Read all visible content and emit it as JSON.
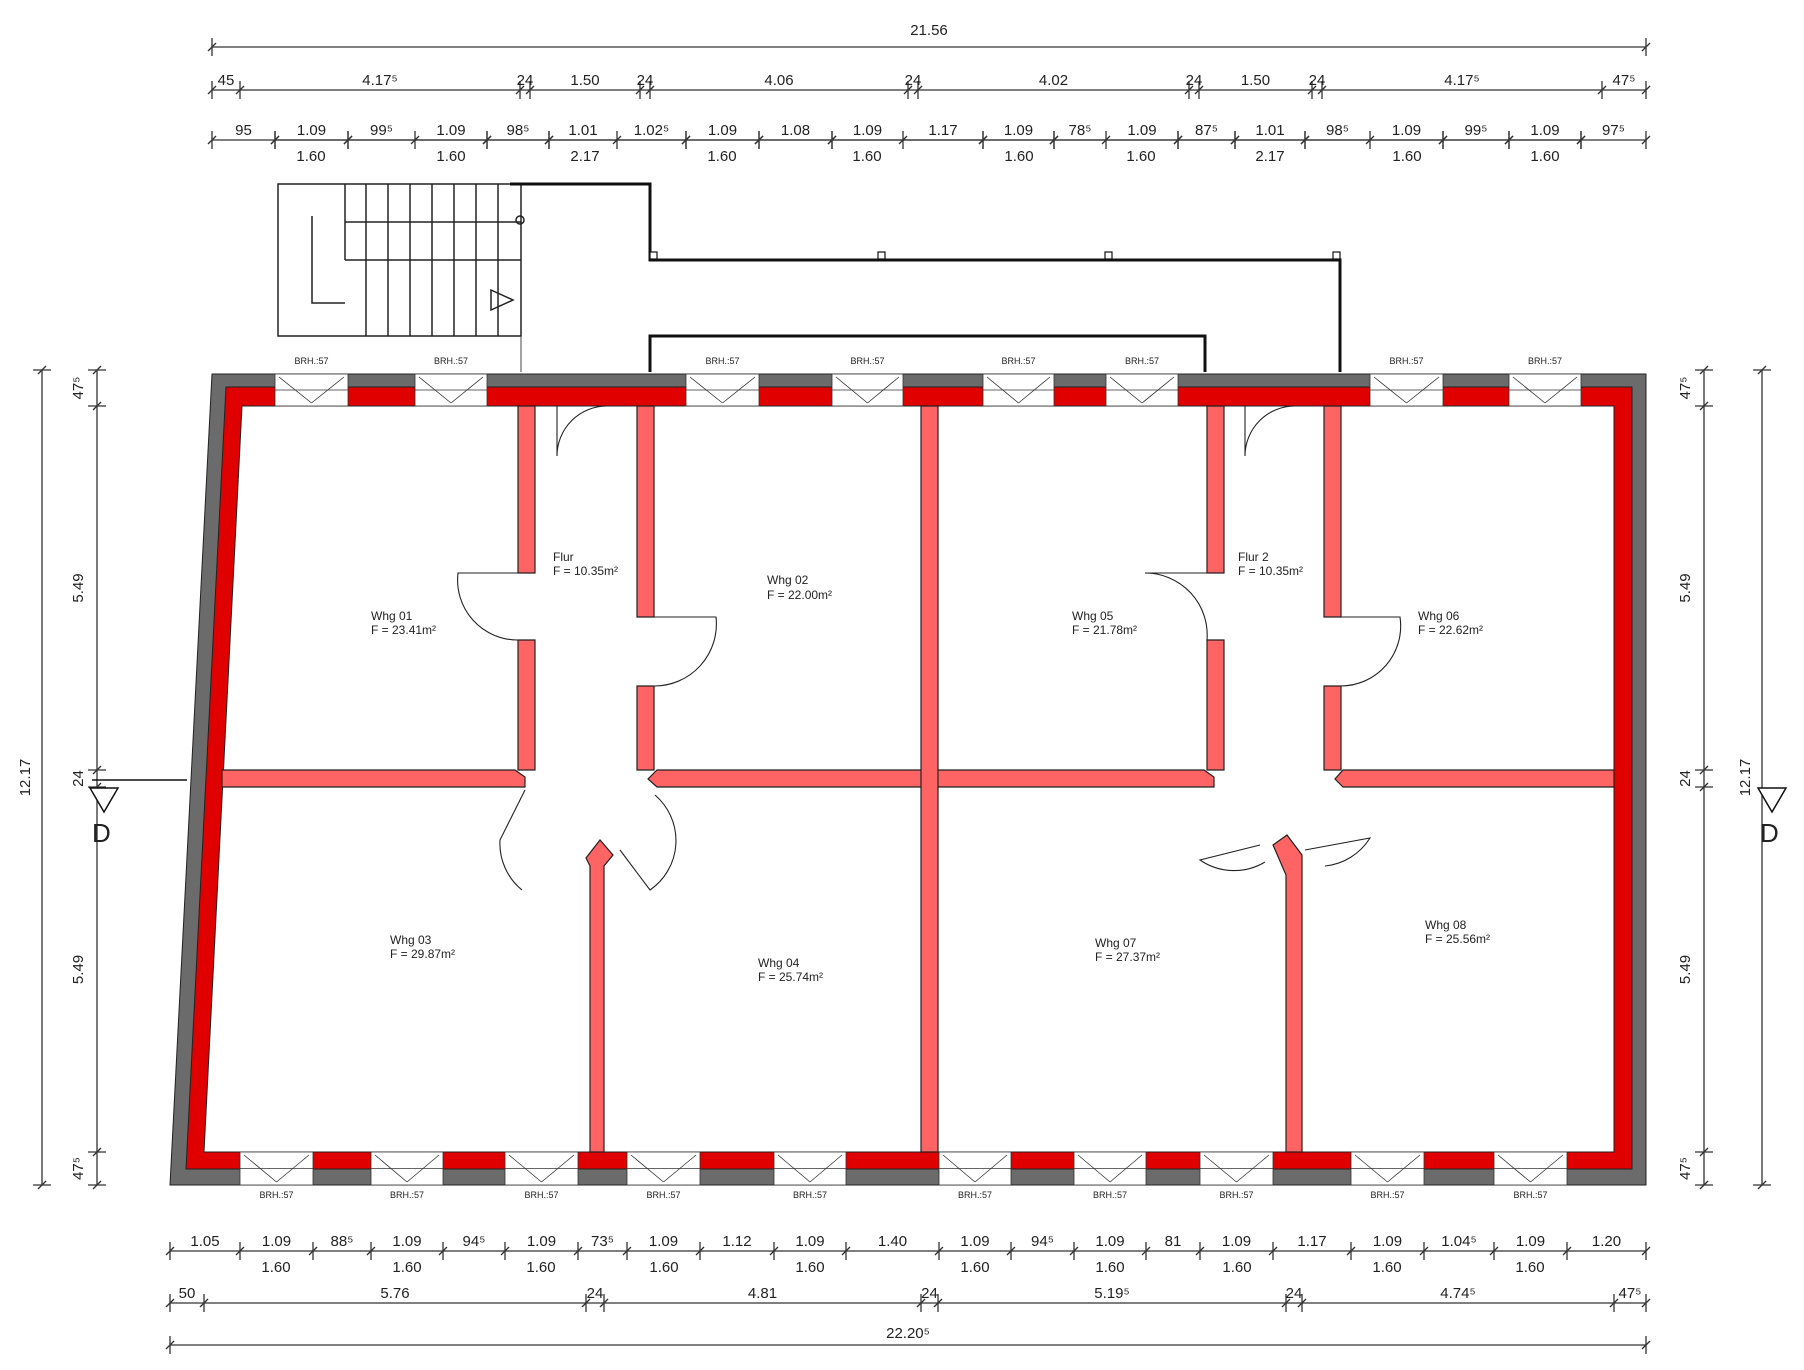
{
  "dimensions": {
    "top_total": "21.56",
    "top_row1": [
      "45",
      "4.17⁵",
      "24",
      "1.50",
      "24",
      "4.06",
      "24",
      "4.02",
      "24",
      "1.50",
      "24",
      "4.17⁵",
      "47⁵"
    ],
    "top_row2": [
      "95",
      "1.09",
      "99⁵",
      "1.09",
      "98⁵",
      "1.01",
      "1.02⁵",
      "1.09",
      "1.08",
      "1.09",
      "1.17",
      "1.09",
      "78⁵",
      "1.09",
      "87⁵",
      "1.01",
      "98⁵",
      "1.09",
      "99⁵",
      "1.09",
      "97⁵"
    ],
    "top_row3": [
      "1.60",
      "1.60",
      "2.17",
      "1.60",
      "1.60",
      "1.60",
      "1.60",
      "2.17",
      "1.60",
      "1.60"
    ],
    "bottom_row1": [
      "1.05",
      "1.09",
      "88⁵",
      "1.09",
      "94⁵",
      "1.09",
      "73⁵",
      "1.09",
      "1.12",
      "1.09",
      "1.40",
      "1.09",
      "94⁵",
      "1.09",
      "81",
      "1.09",
      "1.17",
      "1.09",
      "1.04⁵",
      "1.09",
      "1.20"
    ],
    "bottom_row2": [
      "1.60",
      "1.60",
      "1.60",
      "1.60",
      "1.60",
      "1.60",
      "1.60",
      "1.60",
      "1.60",
      "1.60"
    ],
    "bottom_row3": [
      "50",
      "5.76",
      "24",
      "4.81",
      "24",
      "5.19⁵",
      "24",
      "4.74⁵",
      "47⁵"
    ],
    "bottom_total": "22.20⁵",
    "left_total": "12.17",
    "left_segments": [
      "47⁵",
      "5.49",
      "24",
      "5.49",
      "47⁵"
    ],
    "right_total": "12.17",
    "right_segments": [
      "47⁵",
      "5.49",
      "24",
      "5.49",
      "47⁵"
    ]
  },
  "section_marker": "D",
  "window_label": "BRH.:57",
  "rooms": [
    {
      "name": "Flur",
      "area": "F = 10.35m²"
    },
    {
      "name": "Whg 01",
      "area": "F = 23.41m²"
    },
    {
      "name": "Whg 02",
      "area": "F = 22.00m²"
    },
    {
      "name": "Whg 05",
      "area": "F = 21.78m²"
    },
    {
      "name": "Flur 2",
      "area": "F = 10.35m²"
    },
    {
      "name": "Whg 06",
      "area": "F = 22.62m²"
    },
    {
      "name": "Whg 03",
      "area": "F = 29.87m²"
    },
    {
      "name": "Whg 04",
      "area": "F = 25.74m²"
    },
    {
      "name": "Whg 07",
      "area": "F = 27.37m²"
    },
    {
      "name": "Whg 08",
      "area": "F = 25.56m²"
    }
  ],
  "colors": {
    "outer_wall": "#6b6b6b",
    "inner_wall": "#e00000",
    "partition": "#ff6464"
  }
}
